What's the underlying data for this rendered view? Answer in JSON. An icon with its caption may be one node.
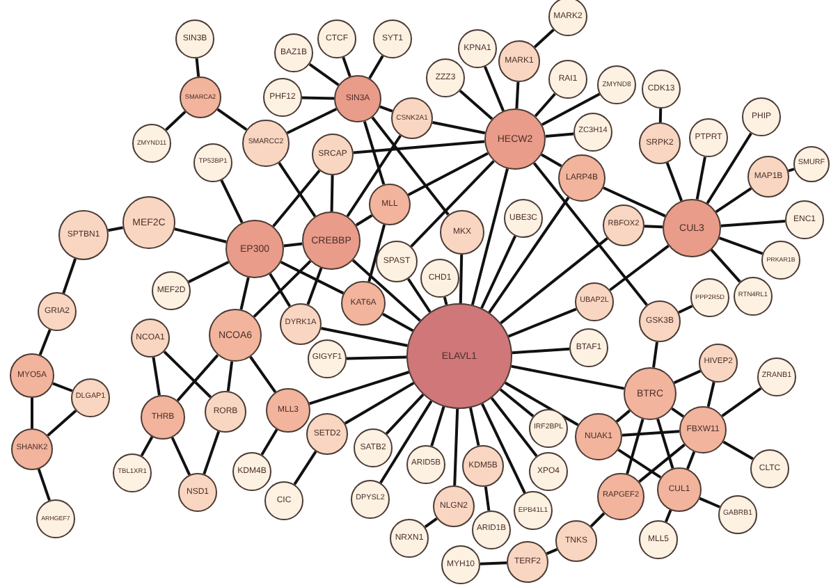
{
  "diagram": {
    "nodes": [
      {
        "text": [
          "SIN3B"
        ]
      },
      {
        "text": [
          "SMARCA2"
        ]
      },
      {
        "text": [
          "ZMYND11"
        ]
      },
      {
        "text": [
          "BAZ1B"
        ]
      },
      {
        "text": [
          "CTCF"
        ]
      },
      {
        "text": [
          "SYT1"
        ]
      },
      {
        "text": [
          "PHF12"
        ]
      },
      {
        "text": [
          "SIN3A"
        ]
      },
      {
        "text": [
          "SMARCC2"
        ]
      },
      {
        "text": [
          "SRCAP"
        ]
      },
      {
        "text": [
          "TP53BP1"
        ]
      },
      {
        "text": [
          "CSNK2A1"
        ]
      },
      {
        "text": [
          "ZZZ3"
        ]
      },
      {
        "text": [
          "KPNA1"
        ]
      },
      {
        "text": [
          "MARK1"
        ]
      },
      {
        "text": [
          "MARK2"
        ]
      },
      {
        "text": [
          "RAI1"
        ]
      },
      {
        "text": [
          "ZMYND8"
        ]
      },
      {
        "text": [
          "HECW2"
        ]
      },
      {
        "text": [
          "ZC3H14"
        ]
      },
      {
        "text": [
          "LARP4B"
        ]
      },
      {
        "text": [
          "CDK13"
        ]
      },
      {
        "text": [
          "SRPK2"
        ]
      },
      {
        "text": [
          "PTPRT"
        ]
      },
      {
        "text": [
          "PHIP"
        ]
      },
      {
        "text": [
          "MAP1B"
        ]
      },
      {
        "text": [
          "SMURF"
        ]
      },
      {
        "text": [
          "ENC1"
        ]
      },
      {
        "text": [
          "PRKAR1B"
        ]
      },
      {
        "text": [
          "RTN4RL1"
        ]
      },
      {
        "text": [
          "RBFOX2"
        ]
      },
      {
        "text": [
          "CUL3"
        ]
      },
      {
        "text": [
          "MEF2C"
        ]
      },
      {
        "text": [
          "SPTBN1"
        ]
      },
      {
        "text": [
          "EP300"
        ]
      },
      {
        "text": [
          "CREBBP"
        ]
      },
      {
        "text": [
          "MLL"
        ]
      },
      {
        "text": [
          "SPAST"
        ]
      },
      {
        "text": [
          "CHD1"
        ]
      },
      {
        "text": [
          "MKX"
        ]
      },
      {
        "text": [
          "UBE3C"
        ]
      },
      {
        "text": [
          "MEF2D"
        ]
      },
      {
        "text": [
          "KAT6A"
        ]
      },
      {
        "text": [
          "DYRK1A"
        ]
      },
      {
        "text": [
          "GIGYF1"
        ]
      },
      {
        "text": [
          "GRIA2"
        ]
      },
      {
        "text": [
          "NCOA1"
        ]
      },
      {
        "text": [
          "NCOA6"
        ]
      },
      {
        "text": [
          "MYO5A"
        ]
      },
      {
        "text": [
          "DLGAP1"
        ]
      },
      {
        "text": [
          "THRB"
        ]
      },
      {
        "text": [
          "RORB"
        ]
      },
      {
        "text": [
          "MLL3"
        ]
      },
      {
        "text": [
          "SETD2"
        ]
      },
      {
        "text": [
          "SHANK2"
        ]
      },
      {
        "text": [
          "TBL1XR1"
        ]
      },
      {
        "text": [
          "KDM4B"
        ]
      },
      {
        "text": [
          "NSD1"
        ]
      },
      {
        "text": [
          "CIC"
        ]
      },
      {
        "text": [
          "ARHGEF7"
        ]
      },
      {
        "text": [
          "ELAVL1"
        ]
      },
      {
        "text": [
          "UBAP2L"
        ]
      },
      {
        "text": [
          "GSK3B"
        ]
      },
      {
        "text": [
          "PPP2R5D"
        ]
      },
      {
        "text": [
          "BTAF1"
        ]
      },
      {
        "text": [
          "HIVEP2"
        ]
      },
      {
        "text": [
          "ZRANB1"
        ]
      },
      {
        "text": [
          "BTRC"
        ]
      },
      {
        "text": [
          "SATB2"
        ]
      },
      {
        "text": [
          "ARID5B"
        ]
      },
      {
        "text": [
          "KDM5B"
        ]
      },
      {
        "text": [
          "IRF2BPL"
        ]
      },
      {
        "text": [
          "NUAK1"
        ]
      },
      {
        "text": [
          "FBXW11"
        ]
      },
      {
        "text": [
          "XPO4"
        ]
      },
      {
        "text": [
          "DPYSL2"
        ]
      },
      {
        "text": [
          "NLGN2"
        ]
      },
      {
        "text": [
          "EPB41L1"
        ]
      },
      {
        "text": [
          "CUL1"
        ]
      },
      {
        "text": [
          "CLTC"
        ]
      },
      {
        "text": [
          "ARID1B"
        ]
      },
      {
        "text": [
          "RAPGEF2"
        ]
      },
      {
        "text": [
          "NRXN1"
        ]
      },
      {
        "text": [
          "GABRB1"
        ]
      },
      {
        "text": [
          "TNKS"
        ]
      },
      {
        "text": [
          "MLL5"
        ]
      },
      {
        "text": [
          "MYH10"
        ]
      },
      {
        "text": [
          "TERF2"
        ]
      }
    ],
    "edges": [
      {
        "from": 0,
        "to": 1,
        "arrow": "none"
      },
      {
        "from": 1,
        "to": 2,
        "arrow": "none"
      },
      {
        "from": 1,
        "to": 8,
        "arrow": "none"
      },
      {
        "from": 8,
        "to": 7,
        "arrow": "none"
      },
      {
        "from": 8,
        "to": 35,
        "arrow": "none"
      },
      {
        "from": 3,
        "to": 7,
        "arrow": "none"
      },
      {
        "from": 4,
        "to": 7,
        "arrow": "none"
      },
      {
        "from": 5,
        "to": 7,
        "arrow": "none"
      },
      {
        "from": 6,
        "to": 7,
        "arrow": "none"
      },
      {
        "from": 7,
        "to": 11,
        "arrow": "none"
      },
      {
        "from": 7,
        "to": 36,
        "arrow": "none"
      },
      {
        "from": 7,
        "to": 39,
        "arrow": "none"
      },
      {
        "from": 11,
        "to": 18,
        "arrow": "none"
      },
      {
        "from": 11,
        "to": 35,
        "arrow": "none"
      },
      {
        "from": 9,
        "to": 18,
        "arrow": "none"
      },
      {
        "from": 9,
        "to": 35,
        "arrow": "none"
      },
      {
        "from": 9,
        "to": 34,
        "arrow": "none"
      },
      {
        "from": 10,
        "to": 34,
        "arrow": "none"
      },
      {
        "from": 32,
        "to": 34,
        "arrow": "none"
      },
      {
        "from": 33,
        "to": 32,
        "arrow": "none"
      },
      {
        "from": 33,
        "to": 45,
        "arrow": "none"
      },
      {
        "from": 45,
        "to": 48,
        "arrow": "none"
      },
      {
        "from": 48,
        "to": 49,
        "arrow": "none"
      },
      {
        "from": 48,
        "to": 54,
        "arrow": "none"
      },
      {
        "from": 49,
        "to": 54,
        "arrow": "none"
      },
      {
        "from": 54,
        "to": 59,
        "arrow": "none"
      },
      {
        "from": 41,
        "to": 34,
        "arrow": "none"
      },
      {
        "from": 34,
        "to": 35,
        "arrow": "none"
      },
      {
        "from": 34,
        "to": 47,
        "arrow": "none"
      },
      {
        "from": 34,
        "to": 42,
        "arrow": "none"
      },
      {
        "from": 34,
        "to": 43,
        "arrow": "none"
      },
      {
        "from": 35,
        "to": 36,
        "arrow": "none"
      },
      {
        "from": 35,
        "to": 47,
        "arrow": "none"
      },
      {
        "from": 35,
        "to": 43,
        "arrow": "none"
      },
      {
        "from": 35,
        "to": 60,
        "arrow": "none"
      },
      {
        "from": 36,
        "to": 42,
        "arrow": "none"
      },
      {
        "from": 36,
        "to": 18,
        "arrow": "none"
      },
      {
        "from": 37,
        "to": 18,
        "arrow": "none"
      },
      {
        "from": 37,
        "to": 60,
        "arrow": "none"
      },
      {
        "from": 38,
        "to": 60,
        "arrow": "none"
      },
      {
        "from": 39,
        "to": 60,
        "arrow": "none"
      },
      {
        "from": 18,
        "to": 60,
        "arrow": "none"
      },
      {
        "from": 40,
        "to": 60,
        "arrow": "none"
      },
      {
        "from": 20,
        "to": 60,
        "arrow": "none"
      },
      {
        "from": 18,
        "to": 62,
        "arrow": "none"
      },
      {
        "from": 18,
        "to": 20,
        "arrow": "none"
      },
      {
        "from": 18,
        "to": 19,
        "arrow": "none"
      },
      {
        "from": 18,
        "to": 17,
        "arrow": "none"
      },
      {
        "from": 18,
        "to": 16,
        "arrow": "none"
      },
      {
        "from": 18,
        "to": 14,
        "arrow": "none"
      },
      {
        "from": 14,
        "to": 15,
        "arrow": "none"
      },
      {
        "from": 18,
        "to": 13,
        "arrow": "none"
      },
      {
        "from": 18,
        "to": 12,
        "arrow": "none"
      },
      {
        "from": 20,
        "to": 31,
        "arrow": "none"
      },
      {
        "from": 30,
        "to": 31,
        "arrow": "none"
      },
      {
        "from": 30,
        "to": 60,
        "arrow": "none"
      },
      {
        "from": 22,
        "to": 21,
        "arrow": "none"
      },
      {
        "from": 22,
        "to": 31,
        "arrow": "none"
      },
      {
        "from": 23,
        "to": 31,
        "arrow": "none"
      },
      {
        "from": 24,
        "to": 31,
        "arrow": "none"
      },
      {
        "from": 25,
        "to": 31,
        "arrow": "none"
      },
      {
        "from": 25,
        "to": 26,
        "arrow": "none"
      },
      {
        "from": 27,
        "to": 31,
        "arrow": "none"
      },
      {
        "from": 28,
        "to": 31,
        "arrow": "none"
      },
      {
        "from": 29,
        "to": 31,
        "arrow": "none"
      },
      {
        "from": 31,
        "to": 61,
        "arrow": "none"
      },
      {
        "from": 61,
        "to": 60,
        "arrow": "none"
      },
      {
        "from": 64,
        "to": 60,
        "arrow": "none"
      },
      {
        "from": 62,
        "to": 63,
        "arrow": "none"
      },
      {
        "from": 62,
        "to": 67,
        "arrow": "none"
      },
      {
        "from": 67,
        "to": 60,
        "arrow": "none"
      },
      {
        "from": 67,
        "to": 65,
        "arrow": "none"
      },
      {
        "from": 65,
        "to": 73,
        "arrow": "none"
      },
      {
        "from": 67,
        "to": 72,
        "arrow": "none"
      },
      {
        "from": 67,
        "to": 73,
        "arrow": "none"
      },
      {
        "from": 67,
        "to": 81,
        "arrow": "none"
      },
      {
        "from": 67,
        "to": 78,
        "arrow": "none"
      },
      {
        "from": 73,
        "to": 66,
        "arrow": "none"
      },
      {
        "from": 73,
        "to": 79,
        "arrow": "none"
      },
      {
        "from": 73,
        "to": 72,
        "arrow": "none"
      },
      {
        "from": 73,
        "to": 81,
        "arrow": "none"
      },
      {
        "from": 73,
        "to": 78,
        "arrow": "none"
      },
      {
        "from": 72,
        "to": 60,
        "arrow": "none"
      },
      {
        "from": 72,
        "to": 78,
        "arrow": "none"
      },
      {
        "from": 78,
        "to": 83,
        "arrow": "none"
      },
      {
        "from": 78,
        "to": 85,
        "arrow": "none"
      },
      {
        "from": 81,
        "to": 84,
        "arrow": "none"
      },
      {
        "from": 84,
        "to": 87,
        "arrow": "none"
      },
      {
        "from": 87,
        "to": 86,
        "arrow": "none"
      },
      {
        "from": 71,
        "to": 60,
        "arrow": "none"
      },
      {
        "from": 74,
        "to": 60,
        "arrow": "none"
      },
      {
        "from": 77,
        "to": 60,
        "arrow": "none"
      },
      {
        "from": 70,
        "to": 60,
        "arrow": "none"
      },
      {
        "from": 76,
        "to": 60,
        "arrow": "none"
      },
      {
        "from": 69,
        "to": 60,
        "arrow": "none"
      },
      {
        "from": 75,
        "to": 60,
        "arrow": "none"
      },
      {
        "from": 68,
        "to": 60,
        "arrow": "none"
      },
      {
        "from": 53,
        "to": 60,
        "arrow": "none"
      },
      {
        "from": 52,
        "to": 60,
        "arrow": "none"
      },
      {
        "from": 44,
        "to": 60,
        "arrow": "none"
      },
      {
        "from": 43,
        "to": 60,
        "arrow": "none"
      },
      {
        "from": 42,
        "to": 60,
        "arrow": "none"
      },
      {
        "from": 70,
        "to": 80,
        "arrow": "none"
      },
      {
        "from": 76,
        "to": 82,
        "arrow": "none"
      },
      {
        "from": 52,
        "to": 47,
        "arrow": "none"
      },
      {
        "from": 52,
        "to": 56,
        "arrow": "none"
      },
      {
        "from": 53,
        "to": 58,
        "arrow": "none"
      },
      {
        "from": 47,
        "to": 50,
        "arrow": "none"
      },
      {
        "from": 47,
        "to": 51,
        "arrow": "none"
      },
      {
        "from": 46,
        "to": 50,
        "arrow": "none"
      },
      {
        "from": 46,
        "to": 51,
        "arrow": "none"
      },
      {
        "from": 50,
        "to": 55,
        "arrow": "none"
      },
      {
        "from": 50,
        "to": 57,
        "arrow": "none"
      },
      {
        "from": 51,
        "to": 57,
        "arrow": "none"
      }
    ]
  }
}
